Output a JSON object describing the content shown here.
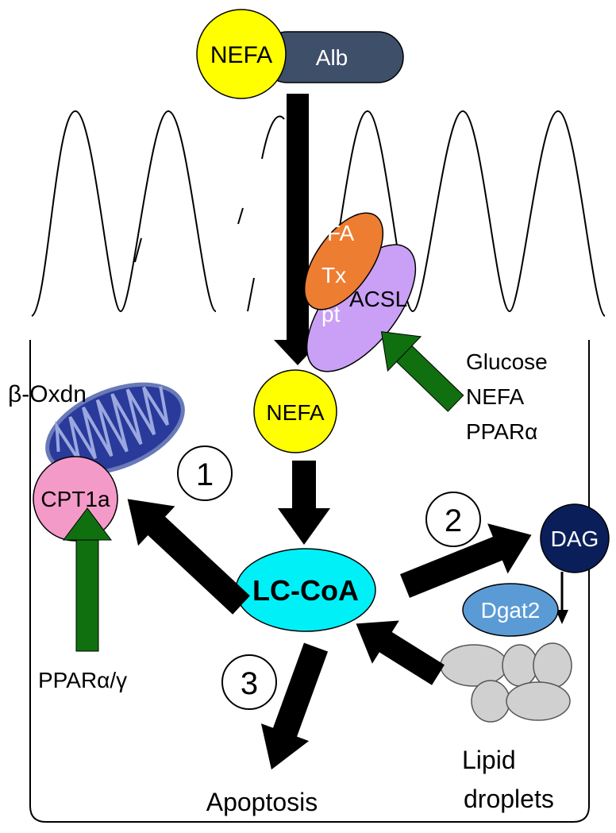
{
  "labels": {
    "nefa_top": "NEFA",
    "alb": "Alb",
    "fa": "FA",
    "tx": "Tx",
    "pt": "pt",
    "acsl": "ACSL",
    "nefa_mid": "NEFA",
    "lc_coa": "LC-CoA",
    "dag": "DAG",
    "dgat2": "Dgat2",
    "cpt1a": "CPT1a",
    "beta_oxdn": "β-Oxdn",
    "glucose": "Glucose",
    "nefa_reg": "NEFA",
    "ppar_alpha": "PPARα",
    "ppar_alpha_gamma": "PPARα/γ",
    "lipid": "Lipid",
    "droplets": "droplets",
    "apoptosis": "Apoptosis",
    "step_1": "1",
    "step_2": "2",
    "step_3": "3"
  },
  "colors": {
    "nefa_fill": "#ffff00",
    "alb_fill": "#3e4f6a",
    "fa_tx_fill": "#ed7d31",
    "acsl_fill": "#c9a0f5",
    "lc_coa_fill": "#00f0f8",
    "dag_fill": "#0a1f5a",
    "dgat2_fill": "#5b9bd5",
    "cpt1a_fill": "#f49ac9",
    "mito_fill": "#2a3a9a",
    "droplet_fill": "#d0d0d0",
    "regulator_arrow": "#107010",
    "flux_arrow": "#000000"
  }
}
